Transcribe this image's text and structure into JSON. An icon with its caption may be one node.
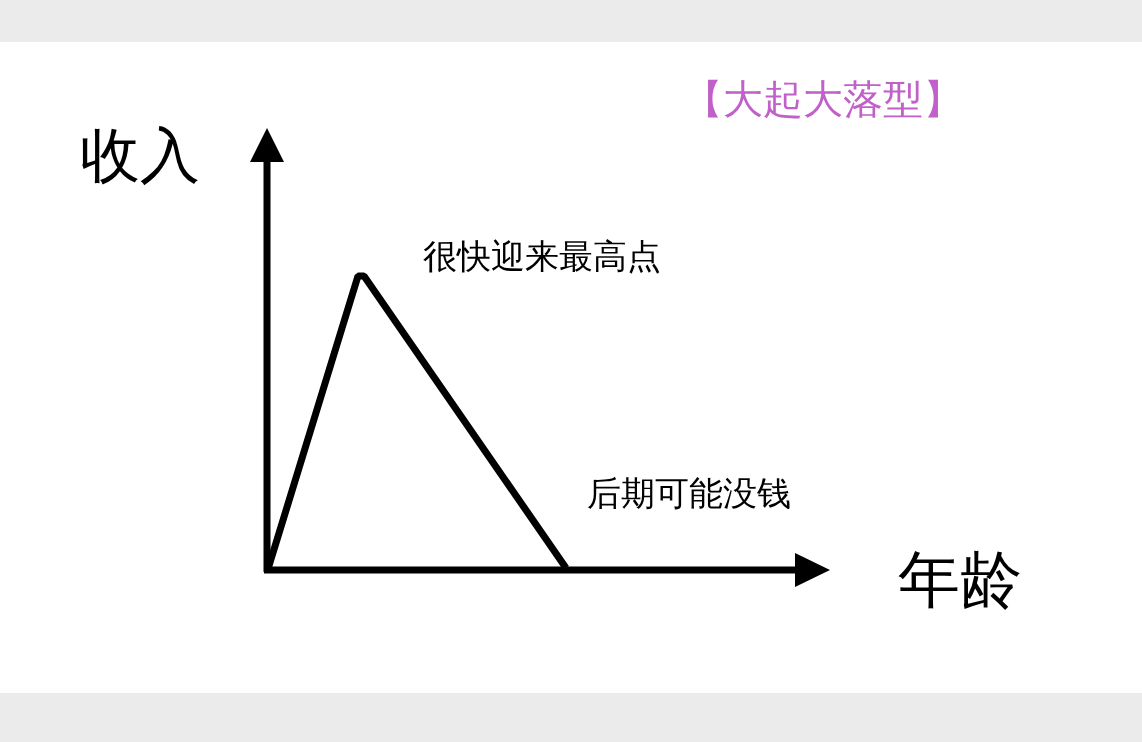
{
  "diagram": {
    "title": "【大起大落型】",
    "labels": [
      "收入",
      "很快迎来最高点",
      "后期可能没钱",
      "年龄"
    ]
  }
}
